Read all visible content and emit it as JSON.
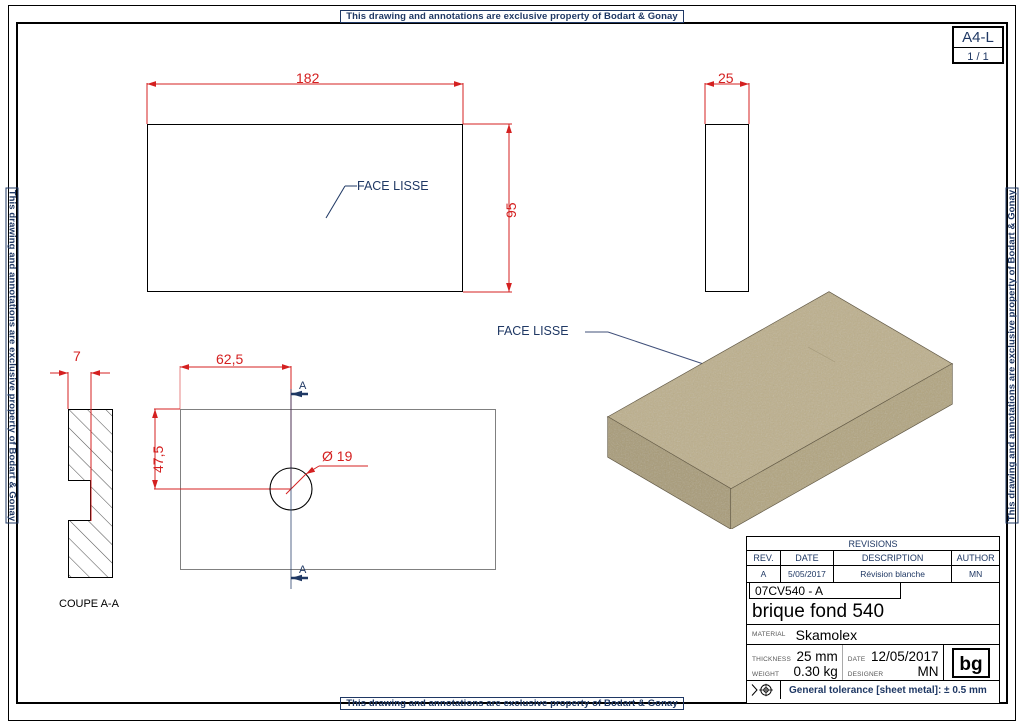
{
  "sheet": {
    "property_banner": "This drawing and annotations are exclusive property of Bodart & Gonay",
    "format": "A4-L",
    "page": "1 / 1"
  },
  "views": {
    "top": {
      "name": "top-view",
      "width_dim": "182",
      "height_dim": "95",
      "note": "FACE LISSE"
    },
    "side": {
      "name": "side-view",
      "width_dim": "25"
    },
    "bottom": {
      "name": "bottom-view",
      "hole_x_dim": "62,5",
      "hole_y_dim": "47,5",
      "hole_dia": "Ø 19",
      "section_label_top": "A",
      "section_label_bottom": "A"
    },
    "section": {
      "name": "section-view",
      "caption": "COUPE A-A",
      "offset_dim": "7"
    },
    "iso": {
      "name": "isometric-view",
      "note": "FACE LISSE",
      "body_color": "#b5a883",
      "top_face_color": "#bdb08c",
      "front_face_color": "#a99c77",
      "right_face_color": "#988b68"
    }
  },
  "titleblock": {
    "revisions_header": "REVISIONS",
    "columns": [
      "REV.",
      "DATE",
      "DESCRIPTION",
      "AUTHOR"
    ],
    "rows": [
      {
        "rev": "A",
        "date": "5/05/2017",
        "description": "Révision blanche",
        "author": "MN"
      }
    ],
    "part_number": "07CV540 - A",
    "part_name": "brique fond 540",
    "material_key": "MATERIAL",
    "material_value": "Skamolex",
    "thickness_key": "THICKNESS",
    "thickness_value": "25 mm",
    "weight_key": "WEIGHT",
    "weight_value": "0.30 kg",
    "date_key": "DATE",
    "date_value": "12/05/2017",
    "designer_key": "DESIGNER",
    "designer_value": "MN",
    "logo_text": "bg",
    "tolerance": "General tolerance [sheet metal]: ± 0.5 mm"
  }
}
